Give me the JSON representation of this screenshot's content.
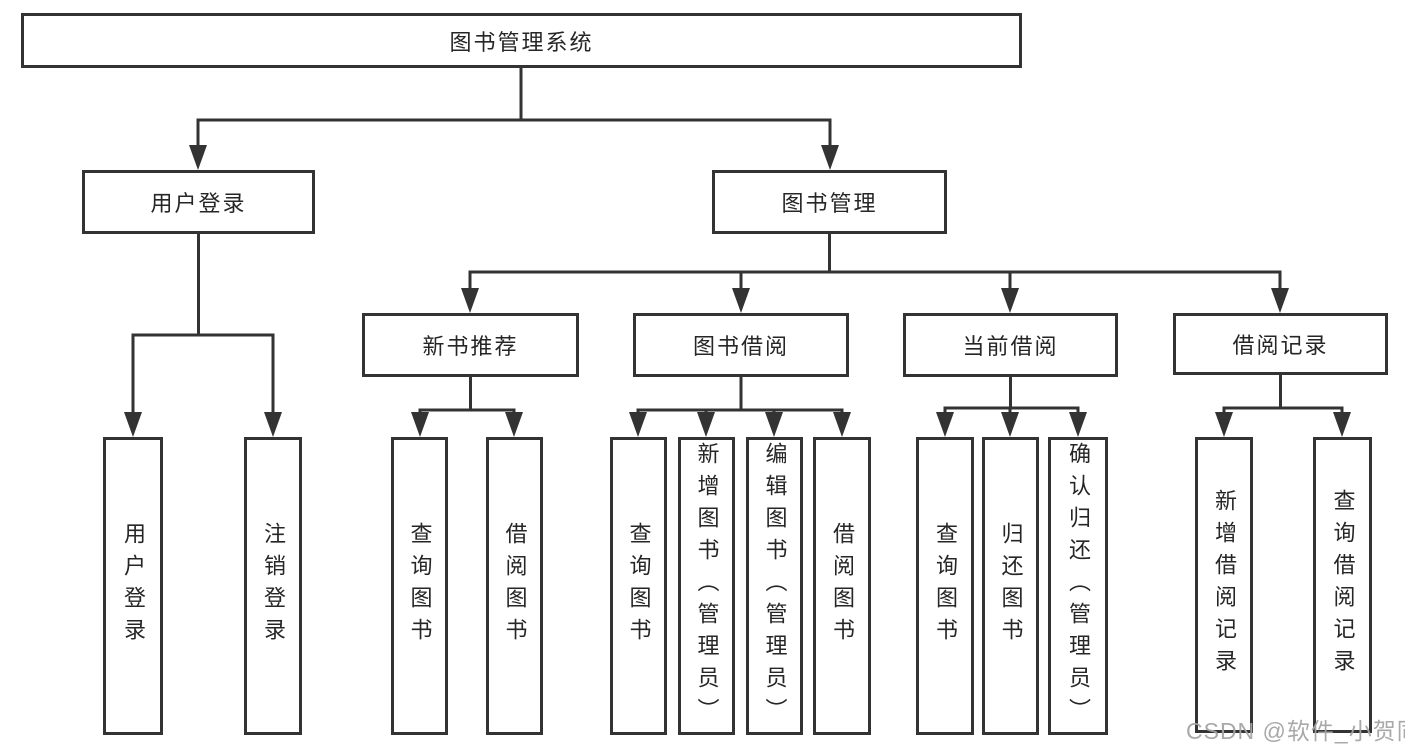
{
  "diagram": {
    "root": {
      "label": "图书管理系统"
    },
    "level2": [
      {
        "label": "用户登录"
      },
      {
        "label": "图书管理"
      }
    ],
    "level3": [
      {
        "label": "新书推荐"
      },
      {
        "label": "图书借阅"
      },
      {
        "label": "当前借阅"
      },
      {
        "label": "借阅记录"
      }
    ],
    "leaves": {
      "user_login": [
        {
          "label": "用户登录"
        },
        {
          "label": "注销登录"
        }
      ],
      "new_book": [
        {
          "label": "查询图书"
        },
        {
          "label": "借阅图书"
        }
      ],
      "book_borrow": [
        {
          "label": "查询图书"
        },
        {
          "label": "新增图书（管理员）"
        },
        {
          "label": "编辑图书（管理员）"
        },
        {
          "label": "借阅图书"
        }
      ],
      "current_borrow": [
        {
          "label": "查询图书"
        },
        {
          "label": "归还图书"
        },
        {
          "label": "确认归还（管理员）"
        }
      ],
      "borrow_records": [
        {
          "label": "新增借阅记录"
        },
        {
          "label": "查询借阅记录"
        }
      ]
    }
  },
  "watermark": {
    "text": "CSDN @软件_小贺同学"
  },
  "colors": {
    "line": "#333333",
    "text": "#262626",
    "background": "#ffffff",
    "watermark": "#a4a4a4"
  }
}
